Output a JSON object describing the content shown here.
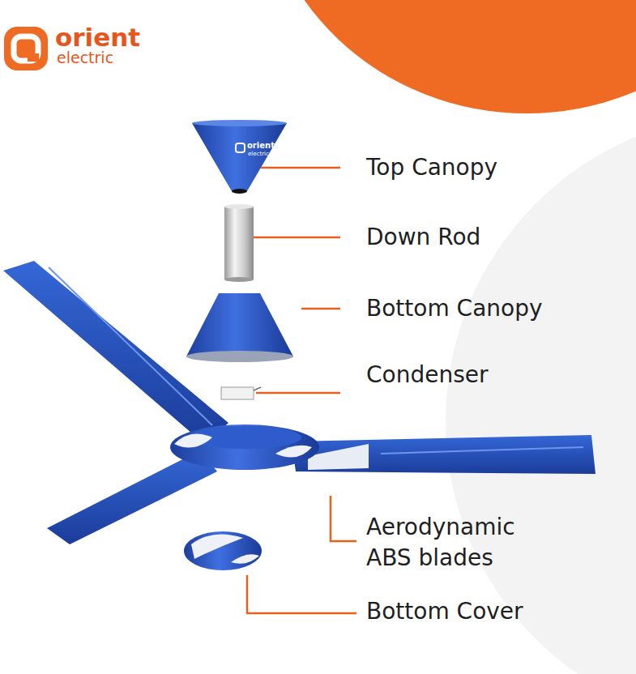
{
  "diagram": {
    "labels": [
      "orient",
      "electric",
      "orient",
      "electric",
      "Top Canopy",
      "Down Rod",
      "Bottom Canopy",
      "Condenser",
      "Aerodynamic ABS blades",
      "Bottom Cover"
    ]
  }
}
